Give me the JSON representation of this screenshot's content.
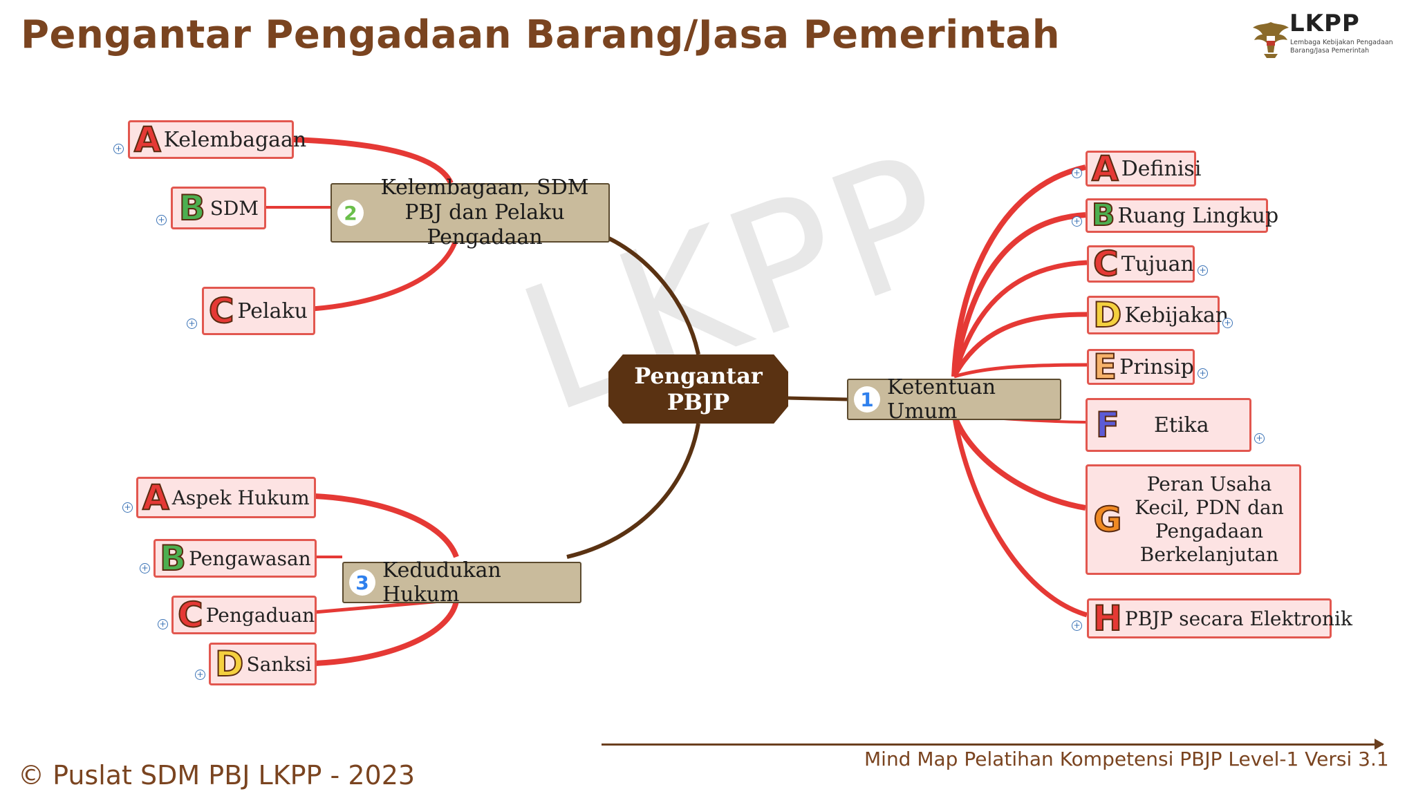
{
  "title": "Pengantar Pengadaan Barang/Jasa Pemerintah",
  "logo": {
    "name": "LKPP",
    "subtitle": "Lembaga Kebijakan Pengadaan Barang/Jasa Pemerintah"
  },
  "watermark": "LKPP",
  "central": "Pengantar PBJP",
  "branches": [
    {
      "number": "1",
      "label": "Ketentuan Umum",
      "children": [
        {
          "letter": "A",
          "label": "Definisi"
        },
        {
          "letter": "B",
          "label": "Ruang Lingkup"
        },
        {
          "letter": "C",
          "label": "Tujuan"
        },
        {
          "letter": "D",
          "label": "Kebijakan"
        },
        {
          "letter": "E",
          "label": "Prinsip"
        },
        {
          "letter": "F",
          "label": "Etika"
        },
        {
          "letter": "G",
          "label": "Peran Usaha Kecil, PDN dan Pengadaan Berkelanjutan"
        },
        {
          "letter": "H",
          "label": "PBJP secara Elektronik"
        }
      ]
    },
    {
      "number": "2",
      "label": "Kelembagaan, SDM PBJ dan Pelaku Pengadaan",
      "children": [
        {
          "letter": "A",
          "label": "Kelembagaan"
        },
        {
          "letter": "B",
          "label": "SDM"
        },
        {
          "letter": "C",
          "label": "Pelaku"
        }
      ]
    },
    {
      "number": "3",
      "label": "Kedudukan Hukum",
      "children": [
        {
          "letter": "A",
          "label": "Aspek Hukum"
        },
        {
          "letter": "B",
          "label": "Pengawasan"
        },
        {
          "letter": "C",
          "label": "Pengaduan"
        },
        {
          "letter": "D",
          "label": "Sanksi"
        }
      ]
    }
  ],
  "footer": {
    "caption": "Mind Map Pelatihan Kompetensi PBJP Level-1 Versi 3.1",
    "copyright": "© Puslat SDM PBJ LKPP - 2023"
  },
  "colors": {
    "title": "#7a4420",
    "leaf_fill": "#fde3e3",
    "leaf_border": "#e2574f",
    "branch_fill": "#c9bb9c",
    "central_fill": "#5a3212",
    "connector_main": "#5a3212",
    "connector_leaf": "#e53935",
    "letter_A": "#e53935",
    "letter_B": "#4caf50",
    "letter_C": "#e53935",
    "letter_D": "#f4d03f",
    "letter_E": "#f6b26b",
    "letter_F": "#5b5bd6",
    "letter_G": "#f08a24",
    "letter_H": "#e53935"
  }
}
